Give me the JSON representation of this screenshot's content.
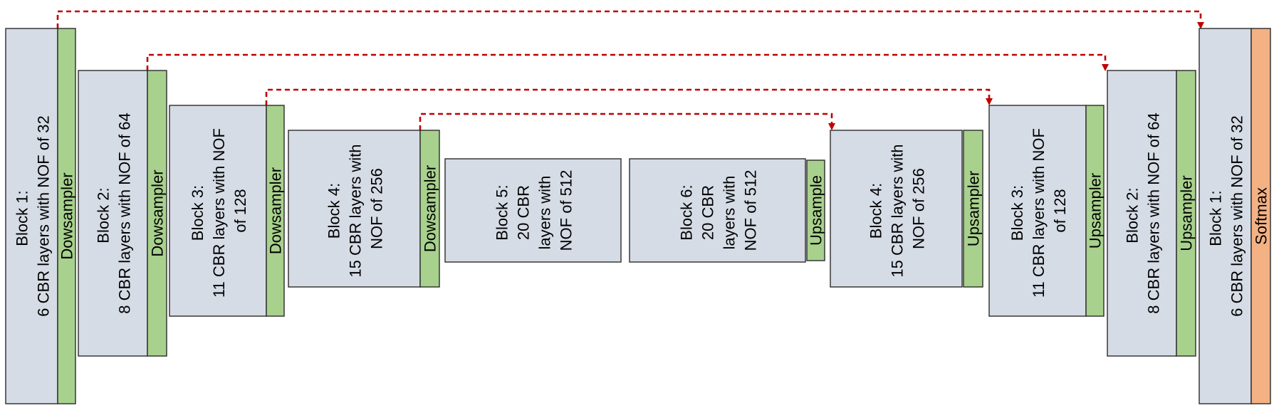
{
  "encoder": [
    {
      "lines": [
        "Block 1:",
        "6 CBR layers with NOF of 32"
      ],
      "sampler": "Dowsampler"
    },
    {
      "lines": [
        "Block 2:",
        "8 CBR layers with NOF of 64"
      ],
      "sampler": "Dowsampler"
    },
    {
      "lines": [
        "Block 3:",
        "11 CBR layers with NOF",
        "of 128"
      ],
      "sampler": "Dowsampler"
    },
    {
      "lines": [
        "Block 4:",
        "15 CBR layers with",
        "NOF of 256"
      ],
      "sampler": "Dowsampler"
    },
    {
      "lines": [
        "Block 5:",
        "20 CBR",
        "layers with",
        "NOF of 512"
      ],
      "sampler": ""
    }
  ],
  "decoder": [
    {
      "lines": [
        "Block 6:",
        "20 CBR",
        "layers with",
        "NOF of 512"
      ],
      "sampler": "Upsample"
    },
    {
      "lines": [
        "Block 4:",
        "15 CBR layers with",
        "NOF of 256"
      ],
      "sampler": "Upsampler"
    },
    {
      "lines": [
        "Block 3:",
        "11 CBR layers with NOF",
        "of 128"
      ],
      "sampler": "Upsampler"
    },
    {
      "lines": [
        "Block 2:",
        "8 CBR layers with NOF of 64"
      ],
      "sampler": "Upsampler"
    },
    {
      "lines": [
        "Block 1:",
        "6 CBR layers with NOF of 32"
      ],
      "sampler": "Softmax"
    }
  ],
  "colors": {
    "block_fill": "#d6dce5",
    "sampler_fill": "#a9d18e",
    "softmax_fill": "#f4b183",
    "skip_connection": "#c00000"
  }
}
